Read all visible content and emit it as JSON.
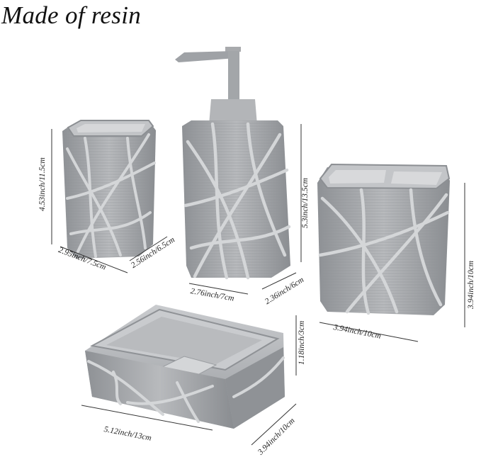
{
  "title": "Made of resin",
  "items": {
    "tumbler": {
      "height_label": "4.53inch/11.5cm",
      "width_label": "2.95inch/7.5cm",
      "depth_label": "2.56inch/6.5cm"
    },
    "dispenser": {
      "height_label": "5.3inch/13.5cm",
      "width_label": "2.76inch/7cm",
      "depth_label": "2.36inch/6cm"
    },
    "toothbrush_holder": {
      "height_label": "3.94inch/10cm",
      "width_label": "3.94inch/10cm"
    },
    "soap_dish": {
      "height_label": "1.18inch/3cm",
      "width_label": "5.12inch/13cm",
      "depth_label": "3.94inch/10cm"
    }
  },
  "colors": {
    "resin": "#a9abae",
    "resin_dark": "#7b7e82",
    "branch": "#cfd1d4",
    "background": "#ffffff"
  }
}
